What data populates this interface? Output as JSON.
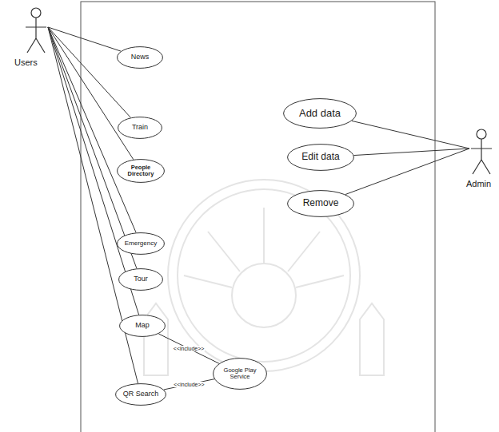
{
  "diagram": {
    "nodes": [
      {
        "text": [
          "Users"
        ]
      },
      {
        "text": [
          "News"
        ]
      },
      {
        "text": [
          "Train"
        ]
      },
      {
        "text": [
          "People Directory"
        ]
      },
      {
        "text": [
          "Add data"
        ]
      },
      {
        "text": [
          "Edit data"
        ]
      },
      {
        "text": [
          "Admin"
        ]
      },
      {
        "text": [
          "Remove"
        ]
      },
      {
        "text": [
          "Emergency"
        ]
      },
      {
        "text": [
          "Tour"
        ]
      },
      {
        "text": [
          "Map"
        ]
      },
      {
        "text": [
          "Google Play Service"
        ]
      },
      {
        "text": [
          "QR Search"
        ]
      }
    ],
    "edges": [
      {
        "from": 0,
        "to": 1,
        "arrow": "none"
      },
      {
        "from": 0,
        "to": 2,
        "arrow": "none"
      },
      {
        "from": 0,
        "to": 3,
        "arrow": "none"
      },
      {
        "from": 0,
        "to": 8,
        "arrow": "none"
      },
      {
        "from": 0,
        "to": 9,
        "arrow": "none"
      },
      {
        "from": 0,
        "to": 10,
        "arrow": "none"
      },
      {
        "from": 0,
        "to": 12,
        "arrow": "none"
      },
      {
        "from": 10,
        "to": 11,
        "label": "<<include>>",
        "arrow": "none"
      },
      {
        "from": 12,
        "to": 11,
        "label": "<<include>>",
        "arrow": "none"
      },
      {
        "from": 6,
        "to": 4,
        "arrow": "none"
      },
      {
        "from": 6,
        "to": 5,
        "arrow": "none"
      },
      {
        "from": 6,
        "to": 7,
        "arrow": "none"
      }
    ]
  }
}
